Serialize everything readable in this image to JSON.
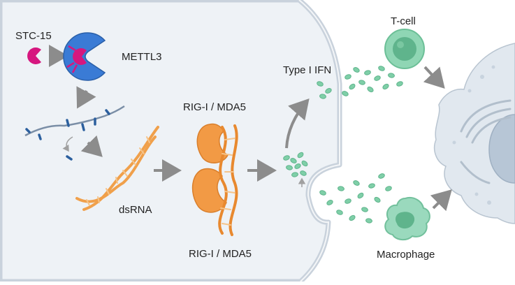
{
  "labels": {
    "stc15": "STC-15",
    "mettl3": "METTL3",
    "rig_top": "RIG-I / MDA5",
    "rig_bottom": "RIG-I / MDA5",
    "dsrna": "dsRNA",
    "ifn": "Type I IFN",
    "tcell": "T-cell",
    "macrophage": "Macrophage"
  },
  "colors": {
    "cell_fill": "#eef2f6",
    "membrane": "#c9d2dc",
    "stc15": "#d6177f",
    "mettl3": "#3a7bd5",
    "rna": "#7a8ea6",
    "m6a_mark": "#2b5f9e",
    "dsrna": "#f0a04b",
    "rig": "#f29a45",
    "ifn": "#7fcfa8",
    "tcell": "#8fd6b4",
    "macrophage": "#9ad9bd",
    "tumor": "#e1e8ef",
    "arrow": "#8c8c8c"
  }
}
